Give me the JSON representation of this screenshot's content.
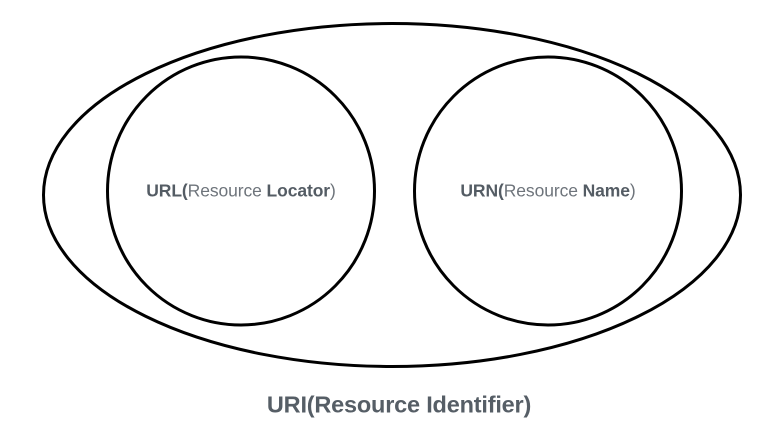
{
  "diagram": {
    "type": "venn-nested-sets",
    "background_color": "#ffffff",
    "stroke_color": "#000000",
    "outer_set": {
      "caption_prefix": "URI",
      "caption_body": "(Resource Identifier)",
      "caption_full": "URI(Resource Identifier)",
      "text_color": "#565e66"
    },
    "inner_sets": [
      {
        "abbrev": "URL",
        "open_paren": "(",
        "middle_word": "Resource ",
        "emphasis_word": "Locator",
        "close_paren": ")",
        "full_text": "URL(Resource Locator)",
        "bold_color": "#545c64",
        "regular_color": "#6e747b"
      },
      {
        "abbrev": "URN",
        "open_paren": "(",
        "middle_word": "Resource ",
        "emphasis_word": "Name",
        "close_paren": ")",
        "full_text": "URN(Resource Name)",
        "bold_color": "#545c64",
        "regular_color": "#6e747b"
      }
    ]
  }
}
